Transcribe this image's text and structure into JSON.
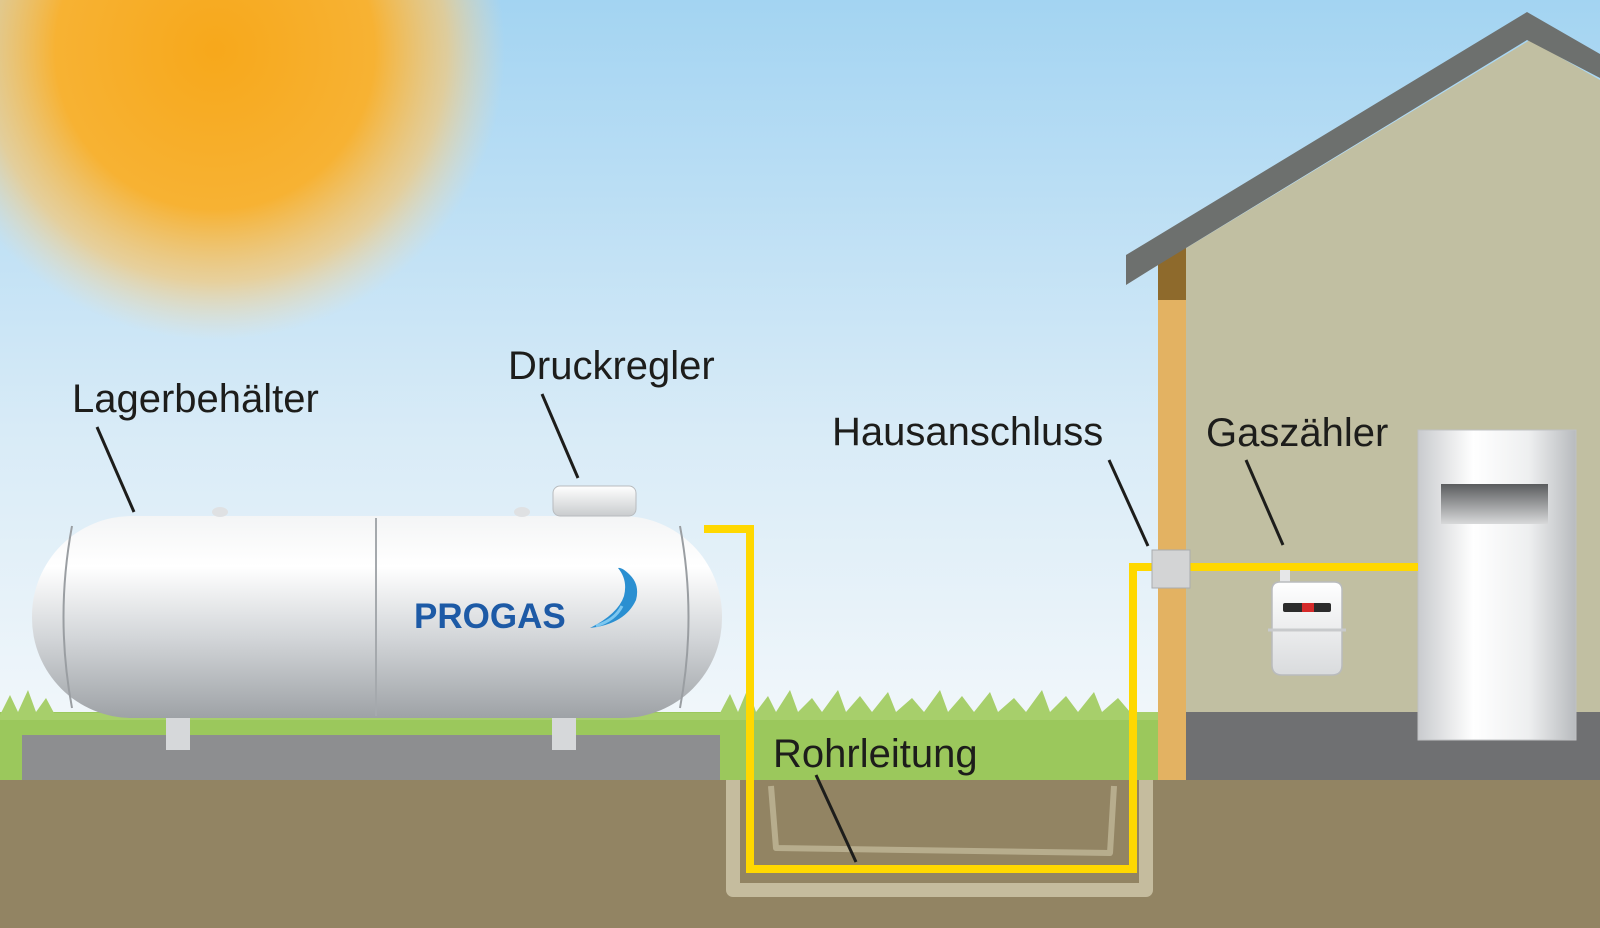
{
  "labels": {
    "tank": "Lagerbehälter",
    "regulator": "Druckregler",
    "house_connection": "Hausanschluss",
    "gas_meter": "Gaszähler",
    "pipe": "Rohrleitung"
  },
  "logo": {
    "text": "PROGAS"
  },
  "colors": {
    "sky_top": "#a6d5f2",
    "sky_bottom": "#f4f8fb",
    "sun": "#f7a823",
    "grass": "#9bc85c",
    "soil": "#928463",
    "pipe": "#ffd800",
    "house_wall": "#c1bfa2",
    "roof": "#6b6d6b",
    "brand": "#1d5aa6"
  }
}
